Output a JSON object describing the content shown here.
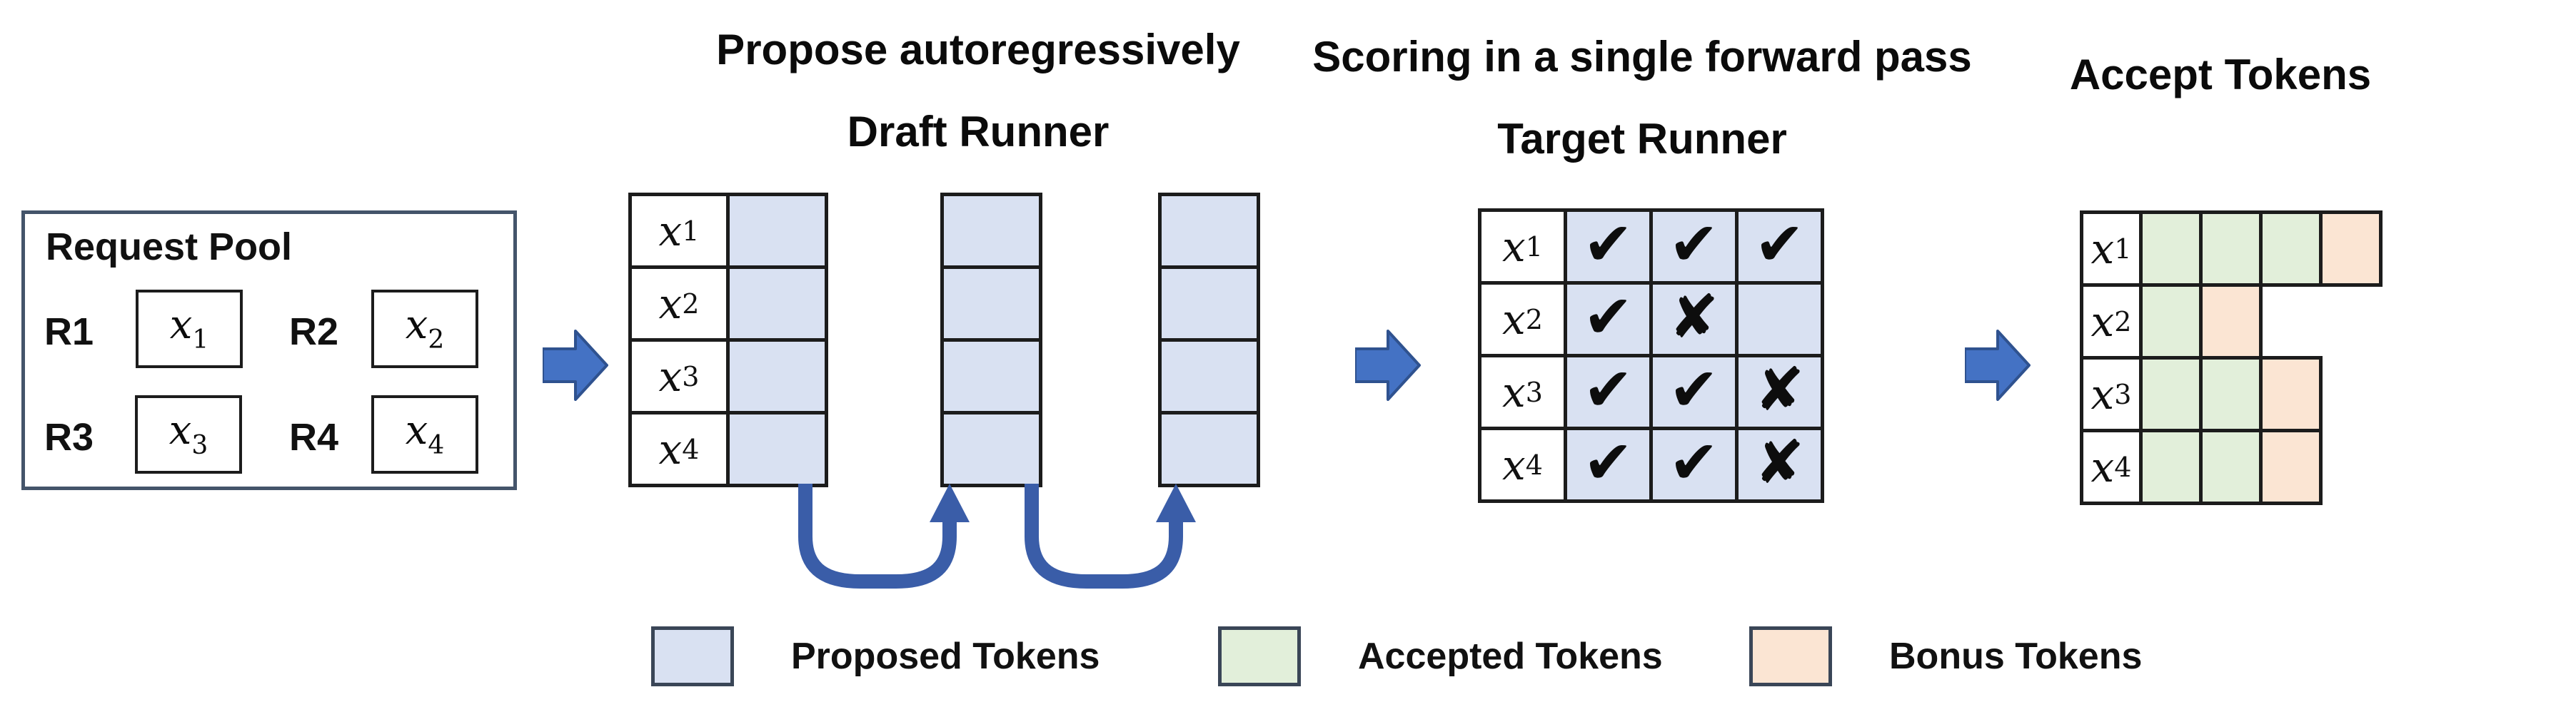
{
  "titles": {
    "propose": "Propose autoregressively",
    "draft_runner": "Draft Runner",
    "scoring": "Scoring in a single forward pass",
    "target_runner": "Target Runner",
    "accept": "Accept Tokens"
  },
  "request_pool": {
    "title": "Request Pool",
    "requests": [
      {
        "id": "R1",
        "token": {
          "base": "x",
          "sub": "1"
        }
      },
      {
        "id": "R2",
        "token": {
          "base": "x",
          "sub": "2"
        }
      },
      {
        "id": "R3",
        "token": {
          "base": "x",
          "sub": "3"
        }
      },
      {
        "id": "R4",
        "token": {
          "base": "x",
          "sub": "4"
        }
      }
    ]
  },
  "marks": {
    "check": "✔",
    "cross": "✘"
  },
  "colors": {
    "proposed": "#d9e1f2",
    "accepted": "#e2efda",
    "bonus": "#fbe5d3",
    "label_cell": "#ffffff",
    "grid_border": "#1c1c1c",
    "arrow_fill": "#4472c4",
    "arrow_stroke": "#2f528f",
    "loop_arrow": "#3a5da8"
  },
  "grids": {
    "draft1": {
      "rows": [
        {
          "label": {
            "base": "x",
            "sub": "1"
          },
          "cells": [
            {
              "t": "proposed"
            }
          ]
        },
        {
          "label": {
            "base": "x",
            "sub": "2"
          },
          "cells": [
            {
              "t": "proposed"
            }
          ]
        },
        {
          "label": {
            "base": "x",
            "sub": "3"
          },
          "cells": [
            {
              "t": "proposed"
            }
          ]
        },
        {
          "label": {
            "base": "x",
            "sub": "4"
          },
          "cells": [
            {
              "t": "proposed"
            }
          ]
        }
      ]
    },
    "draft2": {
      "rows": [
        {
          "cells": [
            {
              "t": "proposed"
            }
          ]
        },
        {
          "cells": [
            {
              "t": "proposed"
            }
          ]
        },
        {
          "cells": [
            {
              "t": "proposed"
            }
          ]
        },
        {
          "cells": [
            {
              "t": "proposed"
            }
          ]
        }
      ]
    },
    "draft3": {
      "rows": [
        {
          "cells": [
            {
              "t": "proposed"
            }
          ]
        },
        {
          "cells": [
            {
              "t": "proposed"
            }
          ]
        },
        {
          "cells": [
            {
              "t": "proposed"
            }
          ]
        },
        {
          "cells": [
            {
              "t": "proposed"
            }
          ]
        }
      ]
    },
    "target": {
      "rows": [
        {
          "label": {
            "base": "x",
            "sub": "1"
          },
          "cells": [
            {
              "t": "proposed",
              "m": "check"
            },
            {
              "t": "proposed",
              "m": "check"
            },
            {
              "t": "proposed",
              "m": "check"
            }
          ]
        },
        {
          "label": {
            "base": "x",
            "sub": "2"
          },
          "cells": [
            {
              "t": "proposed",
              "m": "check"
            },
            {
              "t": "proposed",
              "m": "cross"
            },
            {
              "t": "proposed"
            }
          ]
        },
        {
          "label": {
            "base": "x",
            "sub": "3"
          },
          "cells": [
            {
              "t": "proposed",
              "m": "check"
            },
            {
              "t": "proposed",
              "m": "check"
            },
            {
              "t": "proposed",
              "m": "cross"
            }
          ]
        },
        {
          "label": {
            "base": "x",
            "sub": "4"
          },
          "cells": [
            {
              "t": "proposed",
              "m": "check"
            },
            {
              "t": "proposed",
              "m": "check"
            },
            {
              "t": "proposed",
              "m": "cross"
            }
          ]
        }
      ]
    },
    "accept": {
      "rows": [
        {
          "label": {
            "base": "x",
            "sub": "1"
          },
          "cells": [
            {
              "t": "accepted"
            },
            {
              "t": "accepted"
            },
            {
              "t": "accepted"
            },
            {
              "t": "bonus"
            }
          ]
        },
        {
          "label": {
            "base": "x",
            "sub": "2"
          },
          "cells": [
            {
              "t": "accepted"
            },
            {
              "t": "bonus"
            }
          ]
        },
        {
          "label": {
            "base": "x",
            "sub": "3"
          },
          "cells": [
            {
              "t": "accepted"
            },
            {
              "t": "accepted"
            },
            {
              "t": "bonus"
            }
          ]
        },
        {
          "label": {
            "base": "x",
            "sub": "4"
          },
          "cells": [
            {
              "t": "accepted"
            },
            {
              "t": "accepted"
            },
            {
              "t": "bonus"
            }
          ]
        }
      ]
    }
  },
  "legend": {
    "items": [
      {
        "label": "Proposed Tokens",
        "type": "proposed"
      },
      {
        "label": "Accepted Tokens",
        "type": "accepted"
      },
      {
        "label": "Bonus Tokens",
        "type": "bonus"
      }
    ]
  }
}
